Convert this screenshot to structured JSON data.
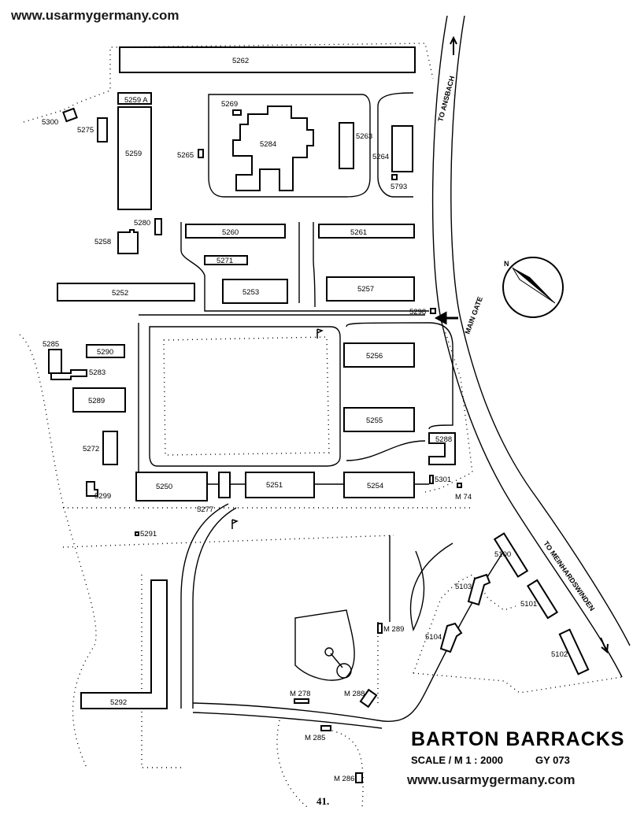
{
  "header": {
    "url": "www.usarmygermany.com"
  },
  "footer": {
    "url": "www.usarmygermany.com",
    "page_number": "41."
  },
  "title_block": {
    "title": "BARTON BARRACKS",
    "scale": "SCALE / M 1 : 2000",
    "sheet": "GY 073"
  },
  "roads": {
    "ansbach": "TO ANSBACH",
    "main_gate": "MAIN GATE",
    "meinhardswinden": "TO MEINHARDSWINDEN"
  },
  "compass": {
    "north": "N"
  },
  "buildings": {
    "b5262": "5262",
    "b5259a": "5259 A",
    "b5269": "5269",
    "b5300": "5300",
    "b5275": "5275",
    "b5259": "5259",
    "b5265": "5265",
    "b5284": "5284",
    "b5263": "5263",
    "b5264": "5264",
    "b5793": "5793",
    "b5280": "5280",
    "b5258": "5258",
    "b5260": "5260",
    "b5261": "5261",
    "b5271": "5271",
    "b5252": "5252",
    "b5253": "5253",
    "b5257": "5257",
    "b5298": "5298",
    "b5285": "5285",
    "b5290": "5290",
    "b5283": "5283",
    "b5256": "5256",
    "b5289": "5289",
    "b5255": "5255",
    "b5272": "5272",
    "b5288": "5288",
    "b5250": "5250",
    "b5251": "5251",
    "b5254": "5254",
    "b5301": "5301",
    "m74": "M 74",
    "b5299": "5299",
    "b5277": "5277",
    "b5291": "5291",
    "b5100": "5100",
    "b5103": "5103",
    "b5101": "5101",
    "bm289": "M 289",
    "b5104": "5104",
    "b5102": "5102",
    "b5292": "5292",
    "bm278": "M 278",
    "bm288": "M 288",
    "bm285": "M 285",
    "bm286": "M 286"
  }
}
